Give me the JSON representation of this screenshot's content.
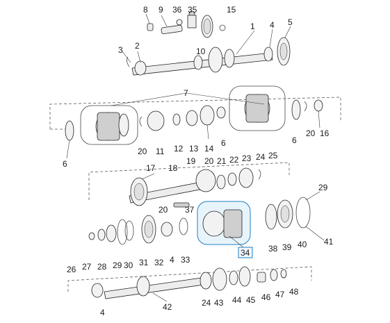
{
  "diagram": {
    "callouts": [
      {
        "id": "8",
        "label": "8"
      },
      {
        "id": "9",
        "label": "9"
      },
      {
        "id": "36",
        "label": "36"
      },
      {
        "id": "35",
        "label": "35"
      },
      {
        "id": "15",
        "label": "15"
      },
      {
        "id": "1",
        "label": "1"
      },
      {
        "id": "4a",
        "label": "4"
      },
      {
        "id": "5",
        "label": "5"
      },
      {
        "id": "3",
        "label": "3"
      },
      {
        "id": "2",
        "label": "2"
      },
      {
        "id": "10",
        "label": "10"
      },
      {
        "id": "7",
        "label": "7"
      },
      {
        "id": "6a",
        "label": "6"
      },
      {
        "id": "20a",
        "label": "20"
      },
      {
        "id": "11",
        "label": "11"
      },
      {
        "id": "12",
        "label": "12"
      },
      {
        "id": "13",
        "label": "13"
      },
      {
        "id": "14",
        "label": "14"
      },
      {
        "id": "6b",
        "label": "6"
      },
      {
        "id": "6c",
        "label": "6"
      },
      {
        "id": "20b",
        "label": "20"
      },
      {
        "id": "16",
        "label": "16"
      },
      {
        "id": "17",
        "label": "17"
      },
      {
        "id": "18",
        "label": "18"
      },
      {
        "id": "19",
        "label": "19"
      },
      {
        "id": "20c",
        "label": "20"
      },
      {
        "id": "21",
        "label": "21"
      },
      {
        "id": "22",
        "label": "22"
      },
      {
        "id": "23",
        "label": "23"
      },
      {
        "id": "24a",
        "label": "24"
      },
      {
        "id": "25",
        "label": "25"
      },
      {
        "id": "29",
        "label": "29"
      },
      {
        "id": "20d",
        "label": "20"
      },
      {
        "id": "37",
        "label": "37"
      },
      {
        "id": "26",
        "label": "26"
      },
      {
        "id": "27",
        "label": "27"
      },
      {
        "id": "28",
        "label": "28"
      },
      {
        "id": "29b",
        "label": "29"
      },
      {
        "id": "30",
        "label": "30"
      },
      {
        "id": "31",
        "label": "31"
      },
      {
        "id": "32",
        "label": "32"
      },
      {
        "id": "4b",
        "label": "4"
      },
      {
        "id": "33",
        "label": "33"
      },
      {
        "id": "34",
        "label": "34"
      },
      {
        "id": "38",
        "label": "38"
      },
      {
        "id": "39",
        "label": "39"
      },
      {
        "id": "40",
        "label": "40"
      },
      {
        "id": "41",
        "label": "41"
      },
      {
        "id": "4c",
        "label": "4"
      },
      {
        "id": "42",
        "label": "42"
      },
      {
        "id": "24b",
        "label": "24"
      },
      {
        "id": "43",
        "label": "43"
      },
      {
        "id": "44",
        "label": "44"
      },
      {
        "id": "45",
        "label": "45"
      },
      {
        "id": "46",
        "label": "46"
      },
      {
        "id": "47",
        "label": "47"
      },
      {
        "id": "48",
        "label": "48"
      }
    ],
    "highlighted_callout": "34",
    "colors": {
      "line": "#222222",
      "highlight": "#1f7fc4",
      "background": "#ffffff"
    }
  }
}
